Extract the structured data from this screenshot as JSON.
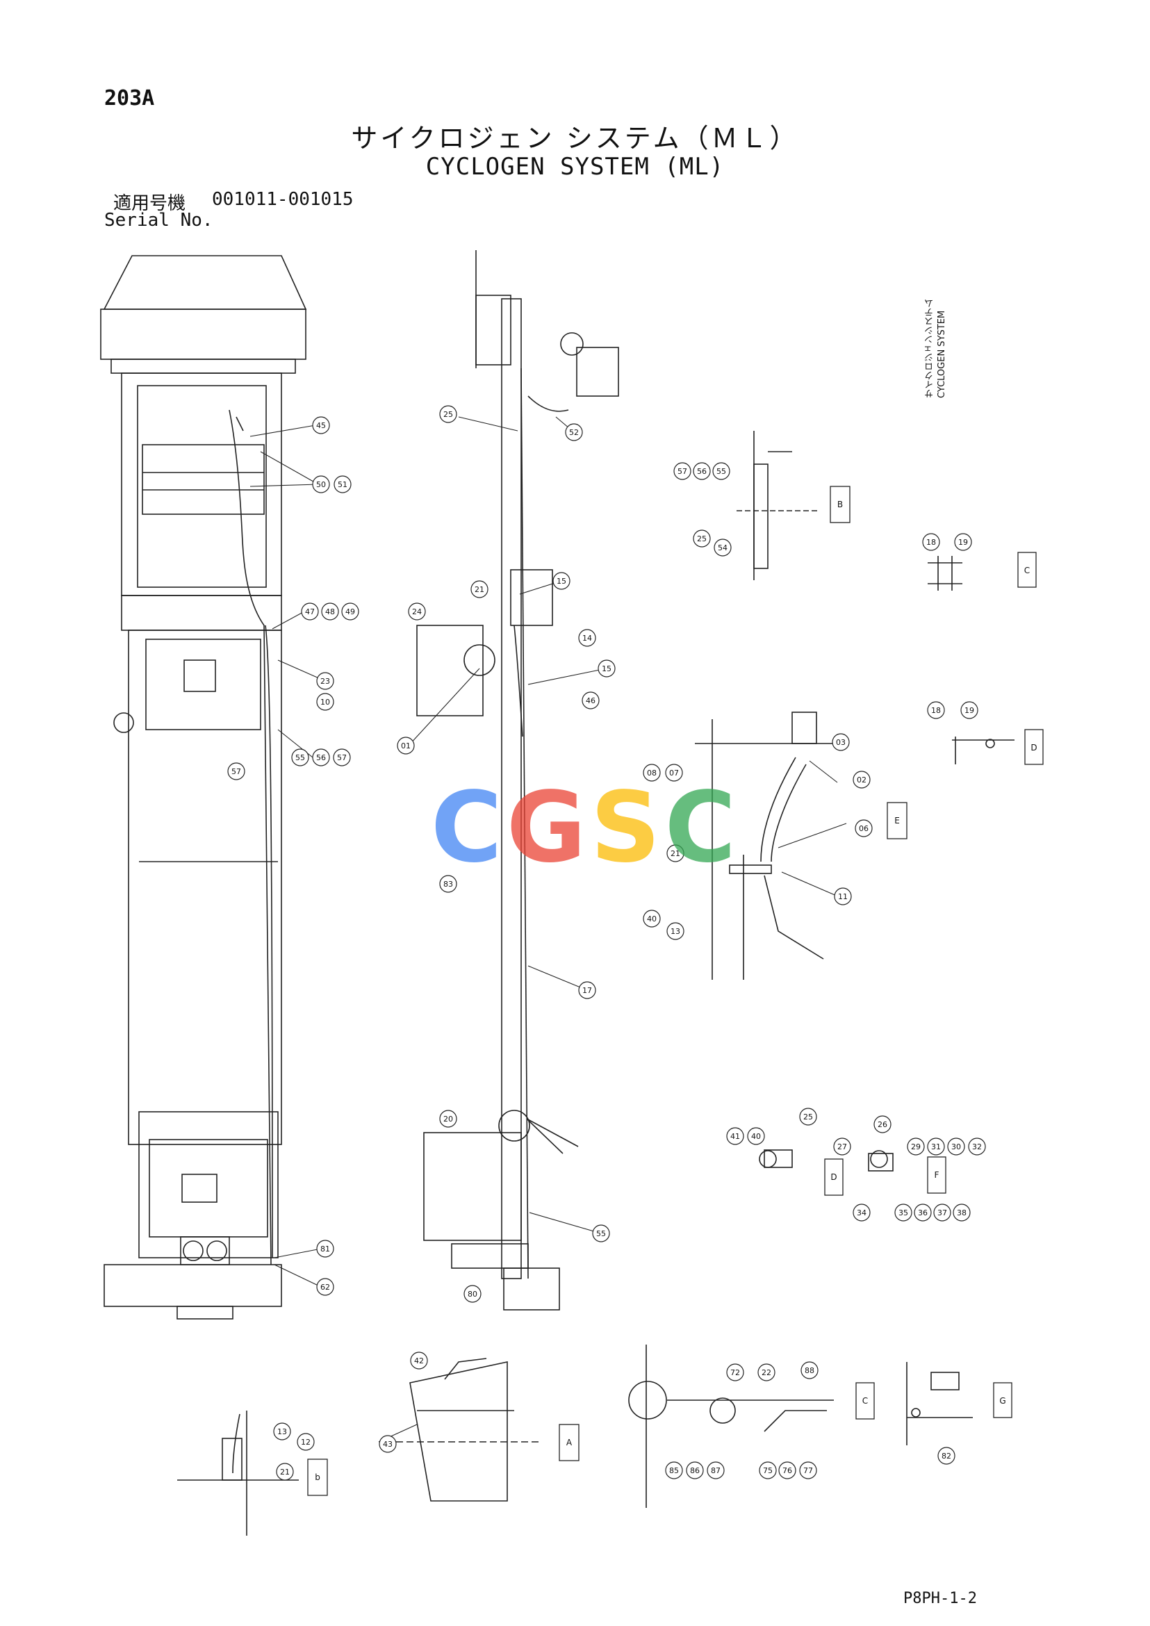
{
  "document": {
    "page_number": "203A",
    "title_jp": "サイクロジェン システム（ＭＬ）",
    "title_en": "CYCLOGEN SYSTEM (ML)",
    "serial_label_jp": "適用号機",
    "serial_range": "001011-001015",
    "serial_label_en": "Serial No.",
    "side_note_jp": "サイクロジェンシステム",
    "side_note_en": "CYCLOGEN SYSTEM",
    "drawing_code": "P8PH-1-2"
  },
  "watermark": {
    "letters": [
      "C",
      "G",
      "S",
      "C"
    ],
    "colors": [
      "#4285F4",
      "#EA4335",
      "#FBBC05",
      "#34A853"
    ]
  },
  "callouts": {
    "c_45": "45",
    "c_50": "50",
    "c_51": "51",
    "c_47": "47",
    "c_48": "48",
    "c_49": "49",
    "c_23": "23",
    "c_10": "10",
    "c_57a": "57",
    "c_55a": "55",
    "c_56a": "56",
    "c_57b": "57",
    "c_81a": "81",
    "c_62": "62",
    "c_25a": "25",
    "c_52": "52",
    "c_15a": "15",
    "c_24": "24",
    "c_21a": "21",
    "c_14": "14",
    "c_15b": "15",
    "c_46": "46",
    "c_01": "01",
    "c_83": "83",
    "c_17": "17",
    "c_20": "20",
    "c_55b": "55",
    "c_80": "80",
    "c_57c": "57",
    "c_56b": "56",
    "c_55c": "55",
    "c_25b": "25",
    "c_54": "54",
    "c_18a": "18",
    "c_19a": "19",
    "c_18b": "18",
    "c_19b": "19",
    "c_03": "03",
    "c_02": "02",
    "c_07": "07",
    "c_08": "08",
    "c_06": "06",
    "c_21b": "21",
    "c_11": "11",
    "c_40": "40",
    "c_13a": "13",
    "c_41": "41",
    "c_40b": "40",
    "c_25c": "25",
    "c_26": "26",
    "c_27": "27",
    "c_29": "29",
    "c_31": "31",
    "c_30": "30",
    "c_32": "32",
    "c_34": "34",
    "c_35": "35",
    "c_36": "36",
    "c_37": "37",
    "c_38": "38",
    "c_13b": "13",
    "c_12": "12",
    "c_21c": "21",
    "c_42": "42",
    "c_43": "43",
    "c_72": "72",
    "c_22": "22",
    "c_88": "88",
    "c_85": "85",
    "c_86": "86",
    "c_87": "87",
    "c_75": "75",
    "c_76": "76",
    "c_77": "77",
    "c_82": "82"
  },
  "view_tags": {
    "tag_a": "A",
    "tag_b_upper": "B",
    "tag_b_lower": "b",
    "tag_c1": "C",
    "tag_c2": "C",
    "tag_d1": "D",
    "tag_d2": "D",
    "tag_e": "E",
    "tag_f": "F",
    "tag_g": "G"
  }
}
